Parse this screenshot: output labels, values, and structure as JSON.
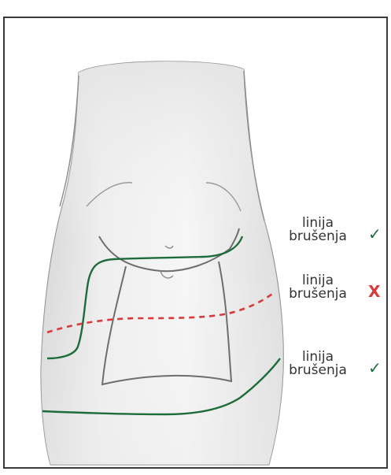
{
  "labels": [
    {
      "line1": "linija",
      "line2": "brušenja",
      "mark": "✓",
      "mark_color": "#1e6b3c"
    },
    {
      "line1": "linija",
      "line2": "brušenja",
      "mark": "X",
      "mark_color": "#d63a3a"
    },
    {
      "line1": "linija",
      "line2": "brušenja",
      "mark": "✓",
      "mark_color": "#1e6b3c"
    }
  ],
  "colors": {
    "good_line": "#1e6b3c",
    "bad_line": "#d63a3a",
    "sketch": "#6e6e6e",
    "frame": "#3a3a3a"
  }
}
